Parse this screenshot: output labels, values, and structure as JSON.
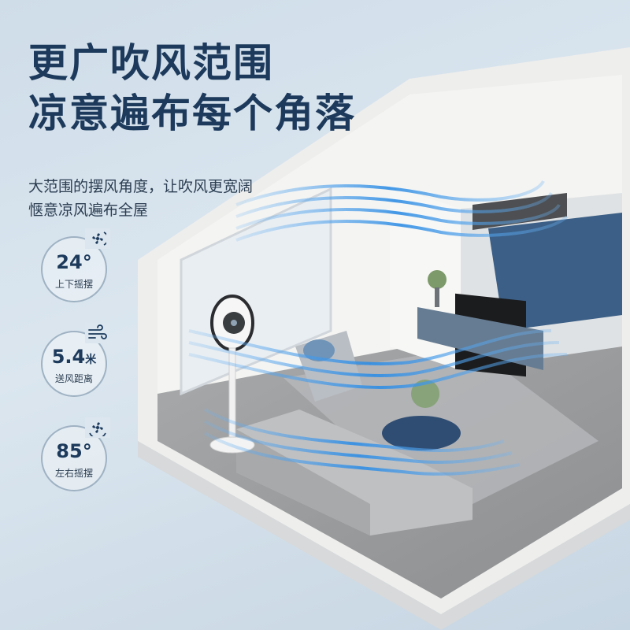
{
  "headline": {
    "line1": "更广吹风范围",
    "line2": "凉意遍布每个角落"
  },
  "subline": {
    "line1": "大范围的摆风角度，让吹风更宽阔",
    "line2": "惬意凉风遍布全屋"
  },
  "stats": [
    {
      "value": "24°",
      "unit": "",
      "caption": "上下摇摆",
      "icon": "fan-vertical-swing-icon"
    },
    {
      "value": "5.4",
      "unit": "米",
      "caption": "送风距离",
      "icon": "wind-distance-icon"
    },
    {
      "value": "85°",
      "unit": "",
      "caption": "左右摇摆",
      "icon": "fan-horizontal-swing-icon"
    }
  ],
  "colors": {
    "headline": "#1d3a5c",
    "airflow": "#2f8de4",
    "wall": "#f2f2f0",
    "floor": "#9a9c9e"
  }
}
